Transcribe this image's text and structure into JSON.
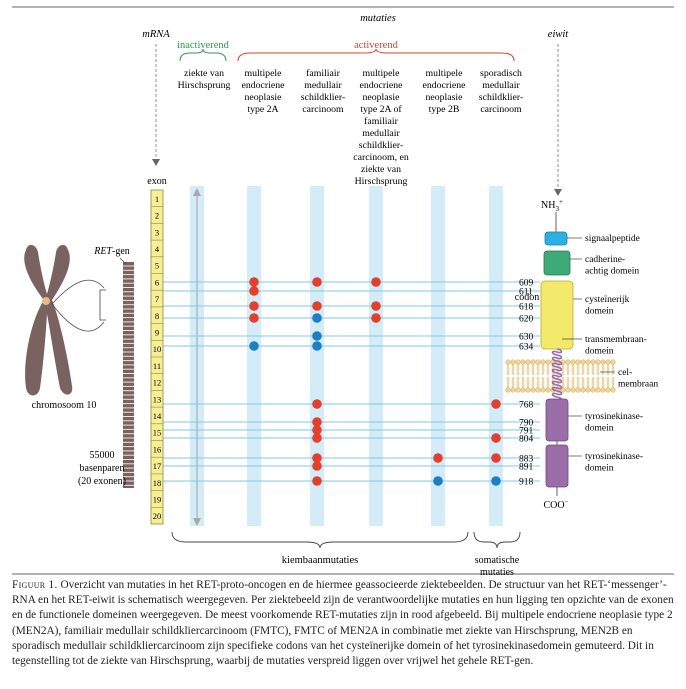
{
  "header": {
    "mutaties": "mutaties",
    "mrna": "mRNA",
    "eiwit": "eiwit",
    "inactiverend": "inactiverend",
    "activerend": "activerend",
    "exon": "exon",
    "codon": "codon"
  },
  "diseases": [
    {
      "lines": [
        "ziekte van",
        "Hirschsprung"
      ]
    },
    {
      "lines": [
        "multipele",
        "endocriene",
        "neoplasie",
        "type 2A"
      ]
    },
    {
      "lines": [
        "familiair",
        "medullair",
        "schildklier-",
        "carcinoom"
      ]
    },
    {
      "lines": [
        "multipele",
        "endocriene",
        "neoplasie",
        "type 2A of",
        "familiair",
        "medullair",
        "schildklier-",
        "carcinoom, en",
        "ziekte van",
        "Hirschsprung"
      ]
    },
    {
      "lines": [
        "multipele",
        "endocriene",
        "neoplasie",
        "type 2B"
      ]
    },
    {
      "lines": [
        "sporadisch",
        "medullair",
        "schildklier-",
        "carcinoom"
      ]
    }
  ],
  "exons": [
    "1",
    "2",
    "3",
    "4",
    "5",
    "6",
    "7",
    "8",
    "9",
    "10",
    "11",
    "12",
    "13",
    "14",
    "15",
    "16",
    "17",
    "18",
    "19",
    "20"
  ],
  "codons": [
    "609",
    "611",
    "618",
    "620",
    "630",
    "634",
    "768",
    "790",
    "791",
    "804",
    "883",
    "891",
    "918"
  ],
  "left_labels": {
    "ret_gen_italic": "RET",
    "ret_gen_rest": "-gen",
    "chromosome": "chromosoom 10",
    "bp_line1": "55000",
    "bp_line2": "basenparen",
    "bp_line3": "(20 exonen)"
  },
  "protein": {
    "nh3": "NH",
    "nh3_sub": "3",
    "nh3_sup": "+",
    "cooh": "COO",
    "cooh_sup": "−",
    "domains": [
      {
        "lines": [
          "signaalpeptide"
        ]
      },
      {
        "lines": [
          "cadherine-",
          "achtig domein"
        ]
      },
      {
        "lines": [
          "cysteïnerijk",
          "domein"
        ]
      },
      {
        "lines": [
          "transmembraan-",
          "domein"
        ]
      },
      {
        "lines": [
          "cel-",
          "membraan"
        ]
      },
      {
        "lines": [
          "tyrosinekinase-",
          "domein"
        ]
      },
      {
        "lines": [
          "tyrosinekinase-",
          "domein"
        ]
      }
    ]
  },
  "bottom": {
    "kiembaan": "kiembaanmutaties",
    "somatisch1": "somatische",
    "somatisch2": "mutaties"
  },
  "colors": {
    "column": "#d3ecf8",
    "line": "#7fcbe6",
    "red_dot": "#e2402d",
    "blue_dot": "#1c7fc4",
    "exon_fill": "#f6ef96",
    "chromosome": "#7a6260",
    "signal_peptide": "#2bb0e5",
    "cadherin": "#3daa78",
    "cysteine": "#f3ea6b",
    "kinase": "#9a6ea8",
    "membrane": "#f3d493",
    "inactive_green": "#2c9a4a",
    "active_red": "#d9432f"
  },
  "caption": {
    "lead": "Figuur 1.",
    "text": " Overzicht van mutaties in het RET-proto-oncogen en de hiermee geassocieerde ziektebeelden. De structuur van het RET-‘messenger’-RNA en het RET-eiwit is schematisch weergegeven. Per ziektebeeld zijn de verantwoordelijke mutaties en hun ligging ten opzichte van de exonen en de functionele domeinen weergegeven. De meest voorkomende RET-mutaties zijn in rood afgebeeld. Bij multipele endocriene neoplasie type 2 (MEN2A), familiair medullair schildkliercarcinoom (FMTC), FMTC of MEN2A in combinatie met ziekte van Hirschsprung, MEN2B en sporadisch medullair schildkliercarcinoom zijn specifieke codons van het cysteïnerijke domein of het tyrosinekinasedomein gemuteerd. Dit in tegenstelling tot de ziekte van Hirschsprung, waarbij de mutaties verspreid liggen over vrijwel het gehele RET-gen."
  }
}
